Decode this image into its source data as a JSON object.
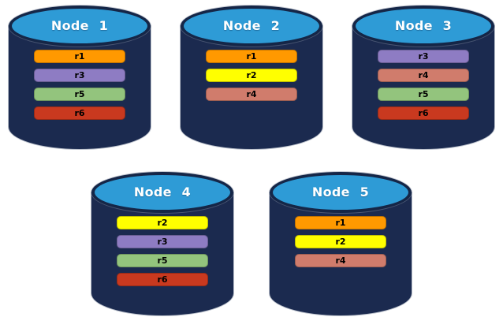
{
  "palette": {
    "cylinder_body": "#1B2A4F",
    "cylinder_top": "#2E9BD6",
    "cylinder_outline": "#152647",
    "title_text": "#FFFFFF",
    "bar_text": "#000000",
    "replica_colors": {
      "r1": "#FF9900",
      "r2": "#FFFF00",
      "r3": "#8E7CC3",
      "r4": "#D07C6C",
      "r5": "#93C47D",
      "r6": "#C9391F"
    }
  },
  "nodes": [
    {
      "title": "Node 1",
      "replicas": [
        "r1",
        "r3",
        "r5",
        "r6"
      ]
    },
    {
      "title": "Node 2",
      "replicas": [
        "r1",
        "r2",
        "r4"
      ]
    },
    {
      "title": "Node 3",
      "replicas": [
        "r3",
        "r4",
        "r5",
        "r6"
      ]
    },
    {
      "title": "Node 4",
      "replicas": [
        "r2",
        "r3",
        "r5",
        "r6"
      ]
    },
    {
      "title": "Node 5",
      "replicas": [
        "r1",
        "r2",
        "r4"
      ]
    }
  ]
}
